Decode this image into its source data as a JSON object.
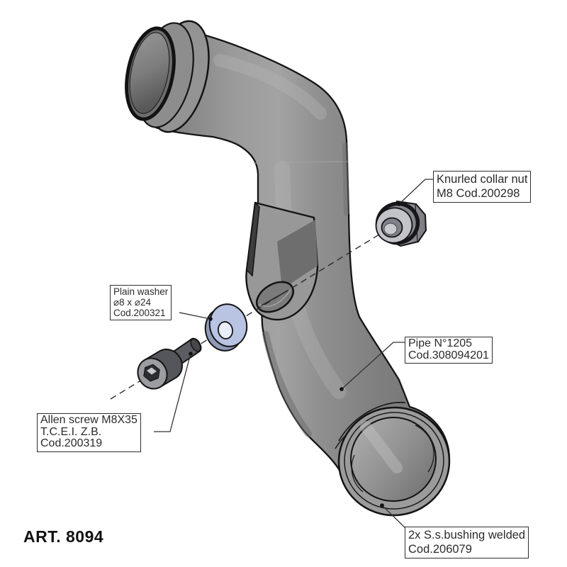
{
  "art_number": "ART. 8094",
  "colors": {
    "background": "#ffffff",
    "outline": "#141414",
    "pipe_gray": "#8f8f8f",
    "washer_blue": "#b9c3e2",
    "screw_dark": "#5c5d62",
    "nut_gray": "#c2c3c9"
  },
  "labels": [
    {
      "part": "knurled-collar-nut",
      "lines": [
        "Knurled collar nut",
        "M8 Cod.200298"
      ]
    },
    {
      "part": "plain-washer",
      "lines": [
        "Plain washer",
        "⌀8 x ⌀24",
        "Cod.200321"
      ]
    },
    {
      "part": "allen-screw",
      "lines": [
        "Allen screw M8X35",
        "T.C.E.I. Z.B.",
        "Cod.200319"
      ]
    },
    {
      "part": "pipe",
      "lines": [
        "Pipe N°1205",
        "Cod.308094201"
      ]
    },
    {
      "part": "ss-bushing",
      "lines": [
        "2x S.s.bushing welded",
        "Cod.206079"
      ]
    }
  ]
}
